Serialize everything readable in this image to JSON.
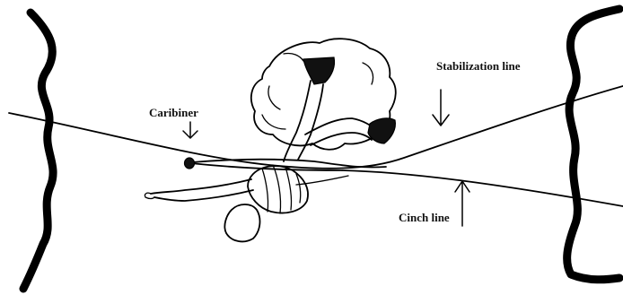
{
  "labels": {
    "stabilization": "Stabilization line",
    "caribiner": "Caribiner",
    "cinch": "Cinch line"
  }
}
